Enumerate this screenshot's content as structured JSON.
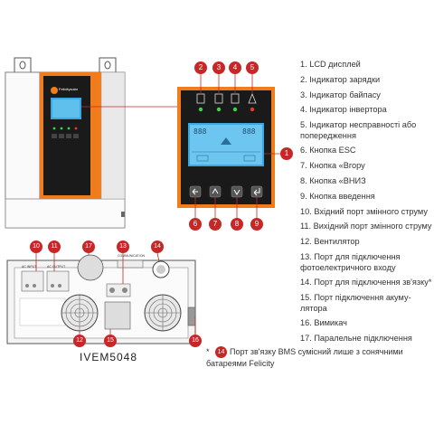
{
  "colors": {
    "accent": "#c62828",
    "orange": "#f07d1a",
    "panel": "#1a1a1a",
    "lcd": "#3ca8e0"
  },
  "brand": "Felicitysolar",
  "model": "IVEM5048",
  "front_callouts": [
    "1",
    "2",
    "3",
    "4",
    "5",
    "6",
    "7",
    "8",
    "9"
  ],
  "rear_callouts": [
    "10",
    "11",
    "12",
    "13",
    "14",
    "15",
    "16",
    "17"
  ],
  "legend": [
    "1. LCD дисплей",
    "2. Індикатор зарядки",
    "3. Індикатор байпасу",
    "4. Індикатор інвертора",
    "5. Індикатор несправності або попередження",
    "6. Кнопка ESC",
    "7. Кнопка «Вгору",
    "8. Кнопка «ВНИЗ",
    "9. Кнопка введення",
    "10. Вхідний порт змінного струму",
    "11. Вихідний порт змінного струму",
    "12. Вентилятор",
    "13. Порт для підключення фотоелектричного входу",
    "14. Порт для підключення зв'язку*",
    "15. Порт підключення акуму-лятора",
    "16. Вимикач",
    "17. Паралельне підключення"
  ],
  "footnote": {
    "star": "*",
    "badge": "14",
    "text": "Порт зв'язку BMS сумісний лише з сонячними батареями Felicity"
  },
  "lcd_text": {
    "left": "888",
    "right": "888"
  },
  "rear_labels": {
    "ac_input": "AC INPUT",
    "ac_output": "AC OUTPUT",
    "comm": "COMMUNICATION"
  }
}
